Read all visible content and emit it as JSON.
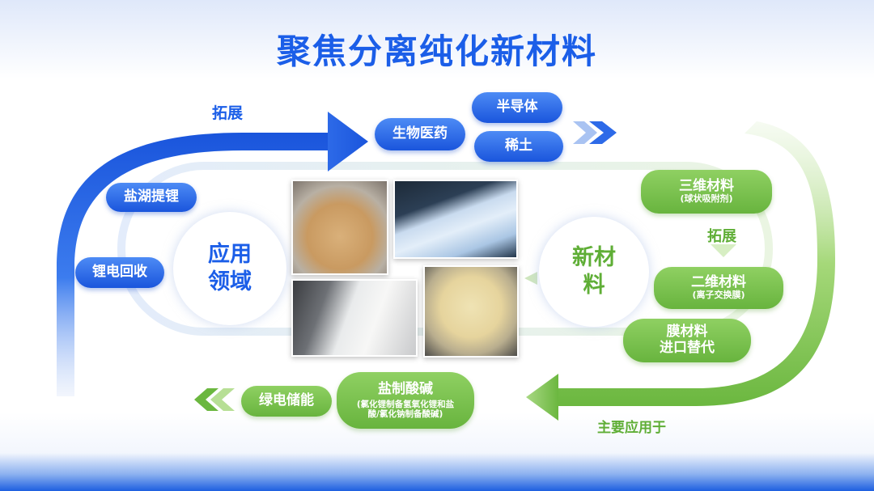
{
  "title": "聚焦分离纯化新材料",
  "top_arrow_label": "拓展",
  "bottom_arrow_label": "主要应用于",
  "center_left": {
    "line1": "应用",
    "line2": "领域"
  },
  "center_right": {
    "line1": "新材",
    "line2": "料"
  },
  "blue_pills": {
    "bio": "生物医药",
    "semi": "半导体",
    "rare": "稀土",
    "salt_lake": "盐湖提锂",
    "recycle": "锂电回收"
  },
  "green_pills": {
    "three_d": {
      "title": "三维材料",
      "sub": "(球状吸附剂)"
    },
    "expand": "拓展",
    "two_d": {
      "title": "二维材料",
      "sub": "(离子交换膜)"
    },
    "membrane": {
      "line1": "膜材料",
      "line2": "进口替代"
    },
    "salt_acid": {
      "title": "盐制酸碱",
      "sub1": "(氯化锂制备氢氧化锂和盐",
      "sub2": "酸/氯化钠制备酸碱)"
    },
    "green_storage": "绿电储能"
  },
  "colors": {
    "blue": "#1b5ee8",
    "green": "#6bb73f"
  },
  "photos": [
    "granules-in-dish",
    "blue-membrane-sheet",
    "white-membrane-sheets",
    "beads-in-spoon"
  ]
}
